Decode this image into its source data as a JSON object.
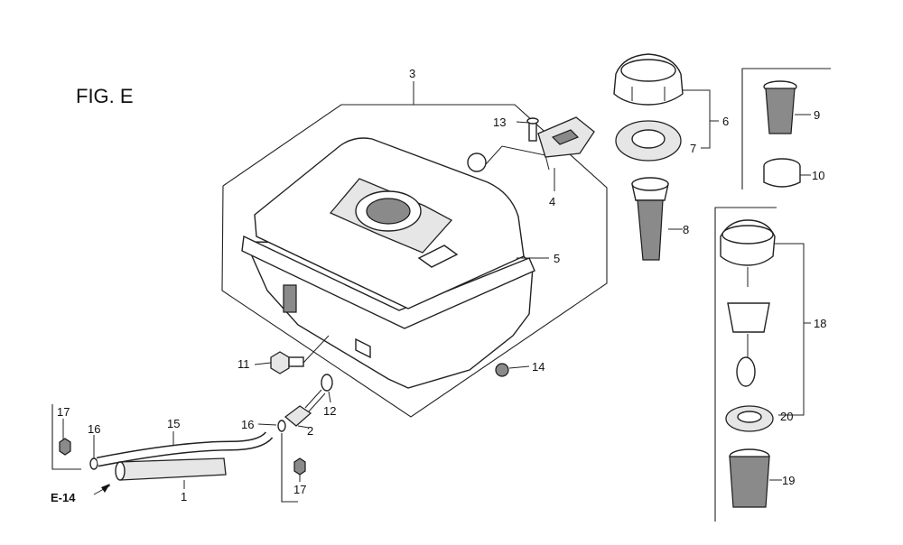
{
  "figure": {
    "title": "FIG. E",
    "ref_label": "E-14"
  },
  "callouts": {
    "c1": "1",
    "c2": "2",
    "c3": "3",
    "c4": "4",
    "c5": "5",
    "c6": "6",
    "c7": "7",
    "c8": "8",
    "c9": "9",
    "c10": "10",
    "c11": "11",
    "c12": "12",
    "c13": "13",
    "c14": "14",
    "c15": "15",
    "c16a": "16",
    "c16b": "16",
    "c17a": "17",
    "c17b": "17",
    "c18": "18",
    "c19": "19",
    "c20": "20"
  }
}
